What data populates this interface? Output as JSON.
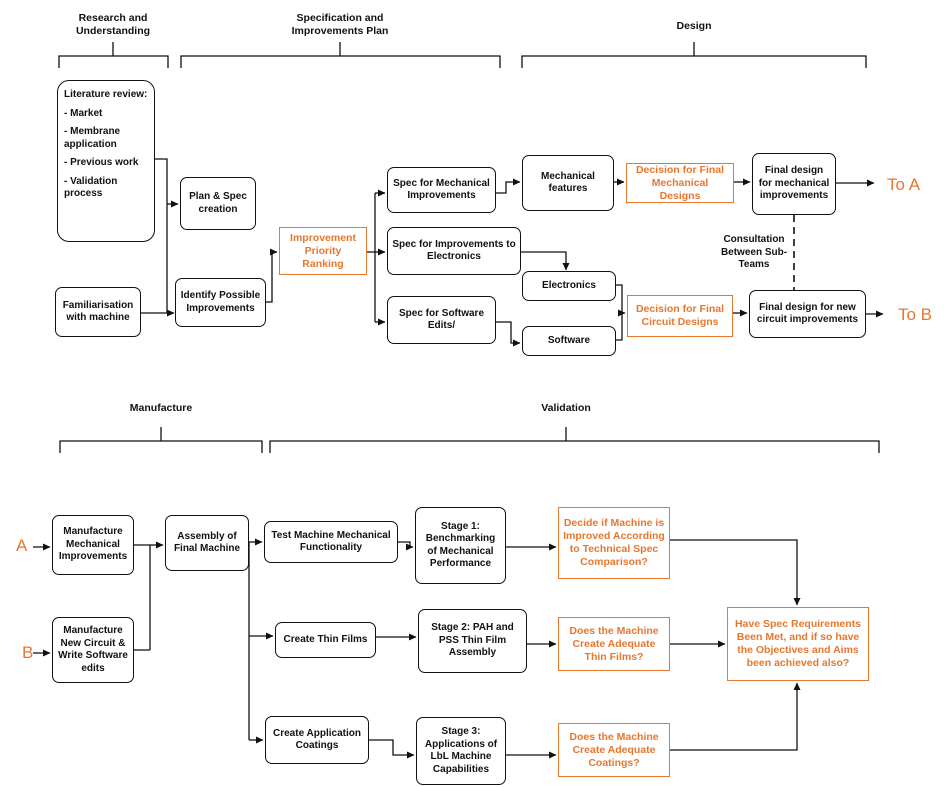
{
  "headers": {
    "research": "Research and Understanding",
    "spec_plan": "Specification and Improvements Plan",
    "design": "Design",
    "manufacture": "Manufacture",
    "validation": "Validation"
  },
  "literature": {
    "title": "Literature review:",
    "items": [
      "- Market",
      "- Membrane application",
      "- Previous work",
      "- Validation process"
    ]
  },
  "boxes": {
    "familiarisation": "Familiarisation with machine",
    "plan_spec": "Plan & Spec creation",
    "identify": "Identify Possible Improvements",
    "priority": "Improvement Priority Ranking",
    "spec_mech": "Spec for Mechanical Improvements",
    "spec_elec": "Spec for Improvements to Electronics",
    "spec_soft": "Spec for Software Edits/",
    "mech_features": "Mechanical features",
    "electronics": "Electronics",
    "software": "Software",
    "dec_mech": "Decision for Final Mechanical Designs",
    "dec_circ": "Decision for Final Circuit Designs",
    "final_mech": "Final design for mechanical improvements",
    "final_circ": "Final design for new circuit improvements",
    "consult": "Consultation Between Sub-Teams",
    "manu_mech": "Manufacture Mechanical Improvements",
    "manu_circ": "Manufacture New Circuit & Write Software edits",
    "assembly": "Assembly of Final Machine",
    "test_mech": "Test Machine Mechanical Functionality",
    "thin_films": "Create Thin Films",
    "app_coat": "Create Application Coatings",
    "stage1": "Stage 1: Benchmarking of Mechanical Performance",
    "stage2": "Stage 2: PAH and PSS Thin Film Assembly",
    "stage3": "Stage 3: Applications of LbL Machine Capabilities",
    "decide_improved": "Decide if Machine is Improved According to Technical Spec Comparison?",
    "adequate_films": "Does the Machine Create Adequate Thin Films?",
    "adequate_coat": "Does the Machine Create Adequate Coatings?",
    "final_check": "Have Spec Requirements Been Met, and if so have the Objectives and Aims been achieved also?"
  },
  "tags": {
    "to_a": "To A",
    "to_b": "To B",
    "a": "A",
    "b": "B"
  },
  "colors": {
    "accent": "#e8772e",
    "line": "#111111"
  }
}
